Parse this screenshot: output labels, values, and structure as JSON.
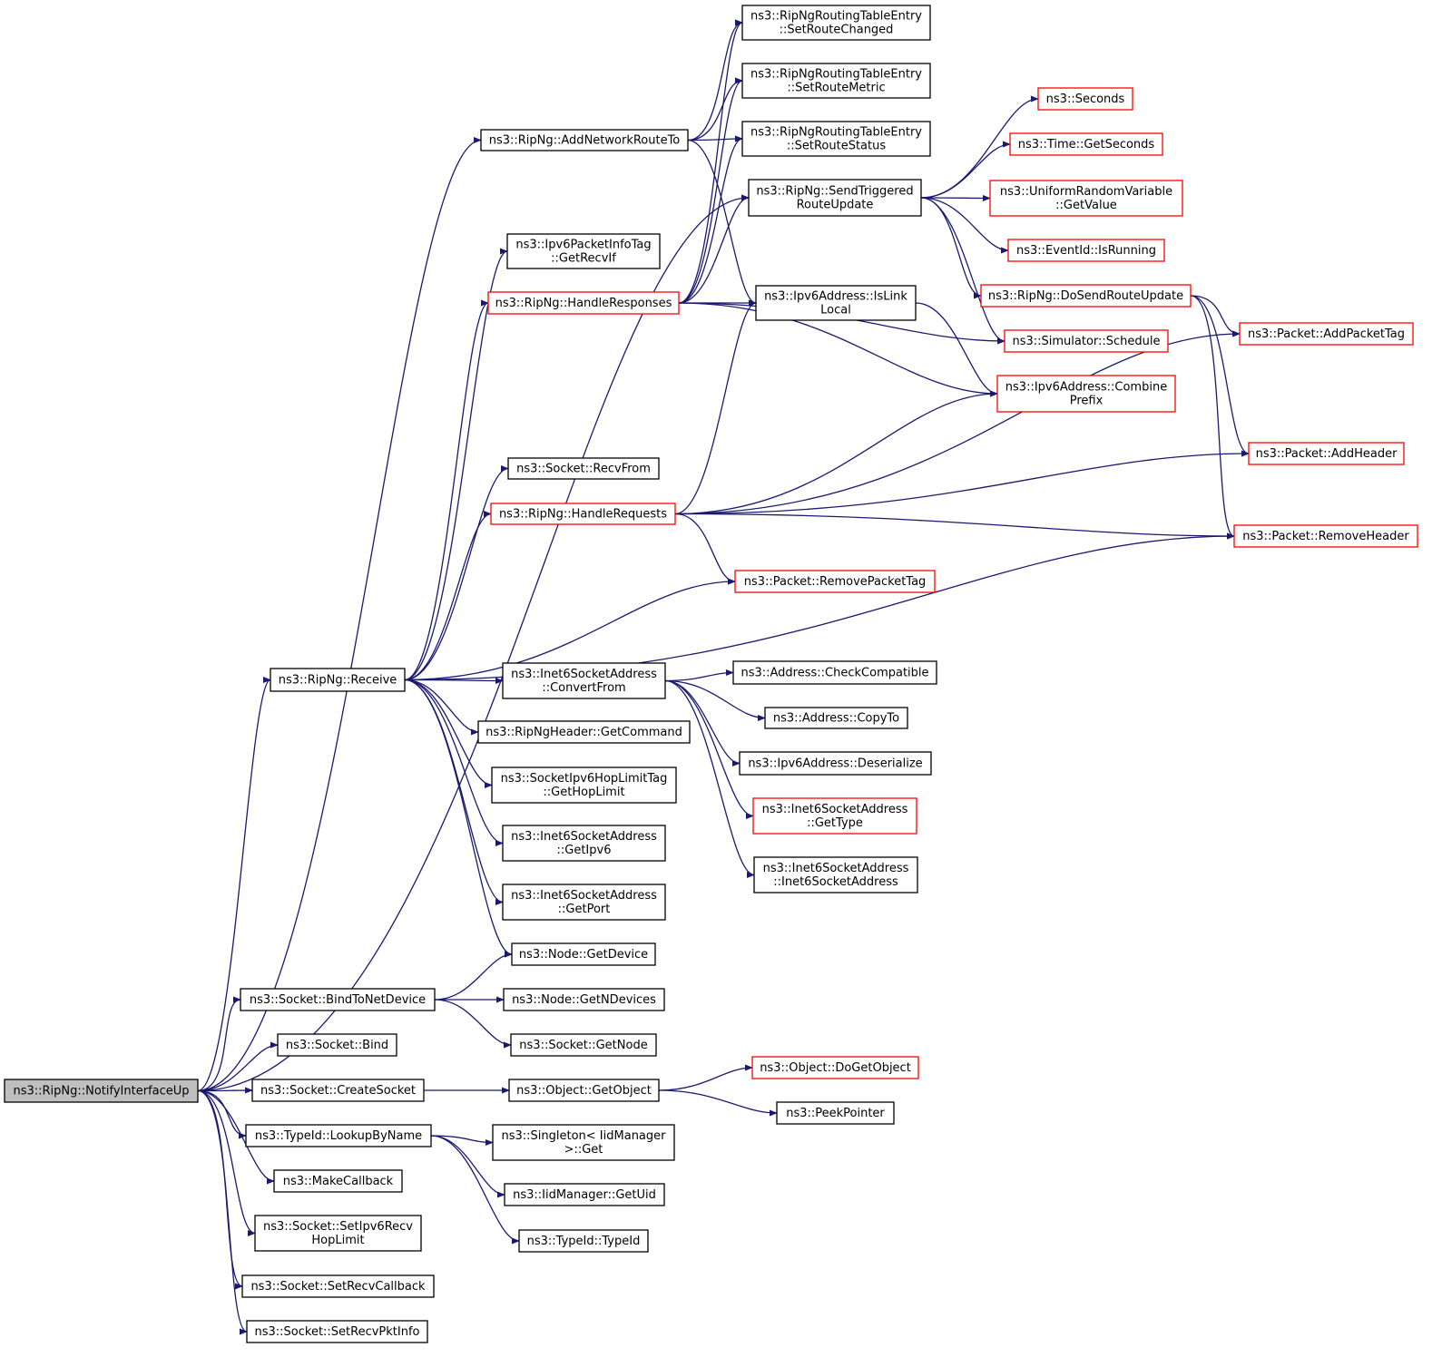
{
  "diagram": {
    "root": "n_root",
    "colors": {
      "edge": "#191970",
      "border": "#000000",
      "truncated_border": "#ff0000",
      "root_fill": "#bfbfbf",
      "background": "#ffffff"
    },
    "nodes": [
      {
        "id": "n_root",
        "lines": [
          "ns3::RipNg::NotifyInterfaceUp"
        ],
        "style": "root"
      },
      {
        "id": "n_addnet",
        "lines": [
          "ns3::RipNg::AddNetworkRouteTo"
        ],
        "style": "normal"
      },
      {
        "id": "n_setchg",
        "lines": [
          "ns3::RipNgRoutingTableEntry",
          "::SetRouteChanged"
        ],
        "style": "normal"
      },
      {
        "id": "n_setmet",
        "lines": [
          "ns3::RipNgRoutingTableEntry",
          "::SetRouteMetric"
        ],
        "style": "normal"
      },
      {
        "id": "n_setstat",
        "lines": [
          "ns3::RipNgRoutingTableEntry",
          "::SetRouteStatus"
        ],
        "style": "normal"
      },
      {
        "id": "n_sendtrig",
        "lines": [
          "ns3::RipNg::SendTriggered",
          "RouteUpdate"
        ],
        "style": "normal"
      },
      {
        "id": "n_getrecvif",
        "lines": [
          "ns3::Ipv6PacketInfoTag",
          "::GetRecvIf"
        ],
        "style": "normal"
      },
      {
        "id": "n_handleresp",
        "lines": [
          "ns3::RipNg::HandleResponses"
        ],
        "style": "truncated"
      },
      {
        "id": "n_islink",
        "lines": [
          "ns3::Ipv6Address::IsLink",
          "Local"
        ],
        "style": "normal"
      },
      {
        "id": "n_seconds",
        "lines": [
          "ns3::Seconds"
        ],
        "style": "truncated"
      },
      {
        "id": "n_getsec",
        "lines": [
          "ns3::Time::GetSeconds"
        ],
        "style": "truncated"
      },
      {
        "id": "n_urv",
        "lines": [
          "ns3::UniformRandomVariable",
          "::GetValue"
        ],
        "style": "truncated"
      },
      {
        "id": "n_isrun",
        "lines": [
          "ns3::EventId::IsRunning"
        ],
        "style": "truncated"
      },
      {
        "id": "n_dosend",
        "lines": [
          "ns3::RipNg::DoSendRouteUpdate"
        ],
        "style": "truncated"
      },
      {
        "id": "n_sched",
        "lines": [
          "ns3::Simulator::Schedule"
        ],
        "style": "truncated"
      },
      {
        "id": "n_combine",
        "lines": [
          "ns3::Ipv6Address::Combine",
          "Prefix"
        ],
        "style": "truncated"
      },
      {
        "id": "n_addtag",
        "lines": [
          "ns3::Packet::AddPacketTag"
        ],
        "style": "truncated"
      },
      {
        "id": "n_addhdr",
        "lines": [
          "ns3::Packet::AddHeader"
        ],
        "style": "truncated"
      },
      {
        "id": "n_rmhdr",
        "lines": [
          "ns3::Packet::RemoveHeader"
        ],
        "style": "truncated"
      },
      {
        "id": "n_recvfrom",
        "lines": [
          "ns3::Socket::RecvFrom"
        ],
        "style": "normal"
      },
      {
        "id": "n_handlereq",
        "lines": [
          "ns3::RipNg::HandleRequests"
        ],
        "style": "truncated"
      },
      {
        "id": "n_rmtag",
        "lines": [
          "ns3::Packet::RemovePacketTag"
        ],
        "style": "truncated"
      },
      {
        "id": "n_receive",
        "lines": [
          "ns3::RipNg::Receive"
        ],
        "style": "normal"
      },
      {
        "id": "n_convfrom",
        "lines": [
          "ns3::Inet6SocketAddress",
          "::ConvertFrom"
        ],
        "style": "normal"
      },
      {
        "id": "n_checkcomp",
        "lines": [
          "ns3::Address::CheckCompatible"
        ],
        "style": "normal"
      },
      {
        "id": "n_copyto",
        "lines": [
          "ns3::Address::CopyTo"
        ],
        "style": "normal"
      },
      {
        "id": "n_getcmd",
        "lines": [
          "ns3::RipNgHeader::GetCommand"
        ],
        "style": "normal"
      },
      {
        "id": "n_deser",
        "lines": [
          "ns3::Ipv6Address::Deserialize"
        ],
        "style": "normal"
      },
      {
        "id": "n_hoplimit",
        "lines": [
          "ns3::SocketIpv6HopLimitTag",
          "::GetHopLimit"
        ],
        "style": "normal"
      },
      {
        "id": "n_gettype",
        "lines": [
          "ns3::Inet6SocketAddress",
          "::GetType"
        ],
        "style": "truncated"
      },
      {
        "id": "n_getipv6",
        "lines": [
          "ns3::Inet6SocketAddress",
          "::GetIpv6"
        ],
        "style": "normal"
      },
      {
        "id": "n_i6ctor",
        "lines": [
          "ns3::Inet6SocketAddress",
          "::Inet6SocketAddress"
        ],
        "style": "normal"
      },
      {
        "id": "n_getport",
        "lines": [
          "ns3::Inet6SocketAddress",
          "::GetPort"
        ],
        "style": "normal"
      },
      {
        "id": "n_getdev",
        "lines": [
          "ns3::Node::GetDevice"
        ],
        "style": "normal"
      },
      {
        "id": "n_bindnd",
        "lines": [
          "ns3::Socket::BindToNetDevice"
        ],
        "style": "normal"
      },
      {
        "id": "n_getndev",
        "lines": [
          "ns3::Node::GetNDevices"
        ],
        "style": "normal"
      },
      {
        "id": "n_bind",
        "lines": [
          "ns3::Socket::Bind"
        ],
        "style": "normal"
      },
      {
        "id": "n_getnode",
        "lines": [
          "ns3::Socket::GetNode"
        ],
        "style": "normal"
      },
      {
        "id": "n_dogetobj",
        "lines": [
          "ns3::Object::DoGetObject"
        ],
        "style": "truncated"
      },
      {
        "id": "n_createsock",
        "lines": [
          "ns3::Socket::CreateSocket"
        ],
        "style": "normal"
      },
      {
        "id": "n_getobj",
        "lines": [
          "ns3::Object::GetObject"
        ],
        "style": "normal"
      },
      {
        "id": "n_peekptr",
        "lines": [
          "ns3::PeekPointer"
        ],
        "style": "normal"
      },
      {
        "id": "n_lookup",
        "lines": [
          "ns3::TypeId::LookupByName"
        ],
        "style": "normal"
      },
      {
        "id": "n_singleton",
        "lines": [
          "ns3::Singleton< IidManager",
          ">::Get"
        ],
        "style": "normal"
      },
      {
        "id": "n_makecb",
        "lines": [
          "ns3::MakeCallback"
        ],
        "style": "normal"
      },
      {
        "id": "n_getuid",
        "lines": [
          "ns3::IidManager::GetUid"
        ],
        "style": "normal"
      },
      {
        "id": "n_sethop",
        "lines": [
          "ns3::Socket::SetIpv6Recv",
          "HopLimit"
        ],
        "style": "normal"
      },
      {
        "id": "n_typeid",
        "lines": [
          "ns3::TypeId::TypeId"
        ],
        "style": "normal"
      },
      {
        "id": "n_setrecvcb",
        "lines": [
          "ns3::Socket::SetRecvCallback"
        ],
        "style": "normal"
      },
      {
        "id": "n_setpkt",
        "lines": [
          "ns3::Socket::SetRecvPktInfo"
        ],
        "style": "normal"
      }
    ],
    "edges": [
      [
        "n_root",
        "n_addnet"
      ],
      [
        "n_root",
        "n_sendtrig"
      ],
      [
        "n_root",
        "n_receive"
      ],
      [
        "n_root",
        "n_bindnd"
      ],
      [
        "n_root",
        "n_bind"
      ],
      [
        "n_root",
        "n_createsock"
      ],
      [
        "n_root",
        "n_lookup"
      ],
      [
        "n_root",
        "n_makecb"
      ],
      [
        "n_root",
        "n_sethop"
      ],
      [
        "n_root",
        "n_setrecvcb"
      ],
      [
        "n_root",
        "n_setpkt"
      ],
      [
        "n_addnet",
        "n_setchg"
      ],
      [
        "n_addnet",
        "n_setmet"
      ],
      [
        "n_addnet",
        "n_setstat"
      ],
      [
        "n_addnet",
        "n_islink"
      ],
      [
        "n_sendtrig",
        "n_seconds"
      ],
      [
        "n_sendtrig",
        "n_getsec"
      ],
      [
        "n_sendtrig",
        "n_urv"
      ],
      [
        "n_sendtrig",
        "n_isrun"
      ],
      [
        "n_sendtrig",
        "n_dosend"
      ],
      [
        "n_sendtrig",
        "n_sched"
      ],
      [
        "n_handleresp",
        "n_setchg"
      ],
      [
        "n_handleresp",
        "n_setmet"
      ],
      [
        "n_handleresp",
        "n_setstat"
      ],
      [
        "n_handleresp",
        "n_sendtrig"
      ],
      [
        "n_handleresp",
        "n_islink"
      ],
      [
        "n_handleresp",
        "n_sched"
      ],
      [
        "n_handleresp",
        "n_combine"
      ],
      [
        "n_islink",
        "n_combine"
      ],
      [
        "n_dosend",
        "n_addtag"
      ],
      [
        "n_dosend",
        "n_addhdr"
      ],
      [
        "n_dosend",
        "n_rmhdr"
      ],
      [
        "n_handlereq",
        "n_islink"
      ],
      [
        "n_handlereq",
        "n_combine"
      ],
      [
        "n_handlereq",
        "n_addtag"
      ],
      [
        "n_handlereq",
        "n_addhdr"
      ],
      [
        "n_handlereq",
        "n_rmhdr"
      ],
      [
        "n_handlereq",
        "n_rmtag"
      ],
      [
        "n_receive",
        "n_getrecvif"
      ],
      [
        "n_receive",
        "n_handleresp"
      ],
      [
        "n_receive",
        "n_recvfrom"
      ],
      [
        "n_receive",
        "n_handlereq"
      ],
      [
        "n_receive",
        "n_rmtag"
      ],
      [
        "n_receive",
        "n_rmhdr"
      ],
      [
        "n_receive",
        "n_convfrom"
      ],
      [
        "n_receive",
        "n_getcmd"
      ],
      [
        "n_receive",
        "n_hoplimit"
      ],
      [
        "n_receive",
        "n_getipv6"
      ],
      [
        "n_receive",
        "n_getport"
      ],
      [
        "n_receive",
        "n_getdev"
      ],
      [
        "n_convfrom",
        "n_checkcomp"
      ],
      [
        "n_convfrom",
        "n_copyto"
      ],
      [
        "n_convfrom",
        "n_deser"
      ],
      [
        "n_convfrom",
        "n_gettype"
      ],
      [
        "n_convfrom",
        "n_i6ctor"
      ],
      [
        "n_bindnd",
        "n_getdev"
      ],
      [
        "n_bindnd",
        "n_getndev"
      ],
      [
        "n_bindnd",
        "n_getnode"
      ],
      [
        "n_createsock",
        "n_getobj"
      ],
      [
        "n_getobj",
        "n_dogetobj"
      ],
      [
        "n_getobj",
        "n_peekptr"
      ],
      [
        "n_lookup",
        "n_singleton"
      ],
      [
        "n_lookup",
        "n_getuid"
      ],
      [
        "n_lookup",
        "n_typeid"
      ]
    ]
  }
}
